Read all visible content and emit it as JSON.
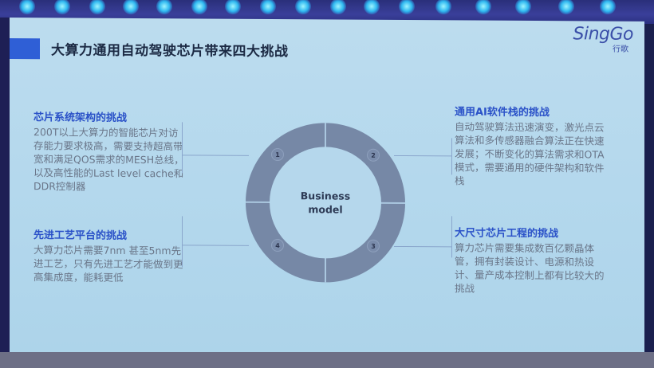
{
  "slide": {
    "title": "大算力通用自动驾驶芯片带来四大挑战",
    "logo": {
      "main": "SingGo",
      "sub": "行歌"
    },
    "center_label": {
      "line1": "Business",
      "line2": "model"
    },
    "segments": [
      {
        "number": "1"
      },
      {
        "number": "2"
      },
      {
        "number": "3"
      },
      {
        "number": "4"
      }
    ],
    "challenges": [
      {
        "id": 1,
        "title": "芯片系统架构的挑战",
        "text": "200T以上大算力的智能芯片对访存能力要求极高，需要支持超高带宽和满足QOS需求的MESH总线，以及高性能的Last level cache和DDR控制器"
      },
      {
        "id": 2,
        "title": "通用AI软件栈的挑战",
        "text": "自动驾驶算法迅速演变，激光点云算法和多传感器融合算法正在快速发展；不断变化的算法需求和OTA模式，需要通用的硬件架构和软件栈"
      },
      {
        "id": 3,
        "title": "大尺寸芯片工程的挑战",
        "text": "算力芯片需要集成数百亿颗晶体管，拥有封装设计、电源和热设计、量产成本控制上都有比较大的挑战"
      },
      {
        "id": 4,
        "title": "先进工艺平台的挑战",
        "text": "大算力芯片需要7nm 甚至5nm先进工艺，只有先进工艺才能做到更高集成度，能耗更低"
      }
    ],
    "colors": {
      "background": "#b6d8ec",
      "accent": "#2f5fd6",
      "heading": "#2b52c8",
      "body_text": "#6a7689",
      "ring": "#7688a6",
      "logo": "#3a4fa8"
    }
  }
}
